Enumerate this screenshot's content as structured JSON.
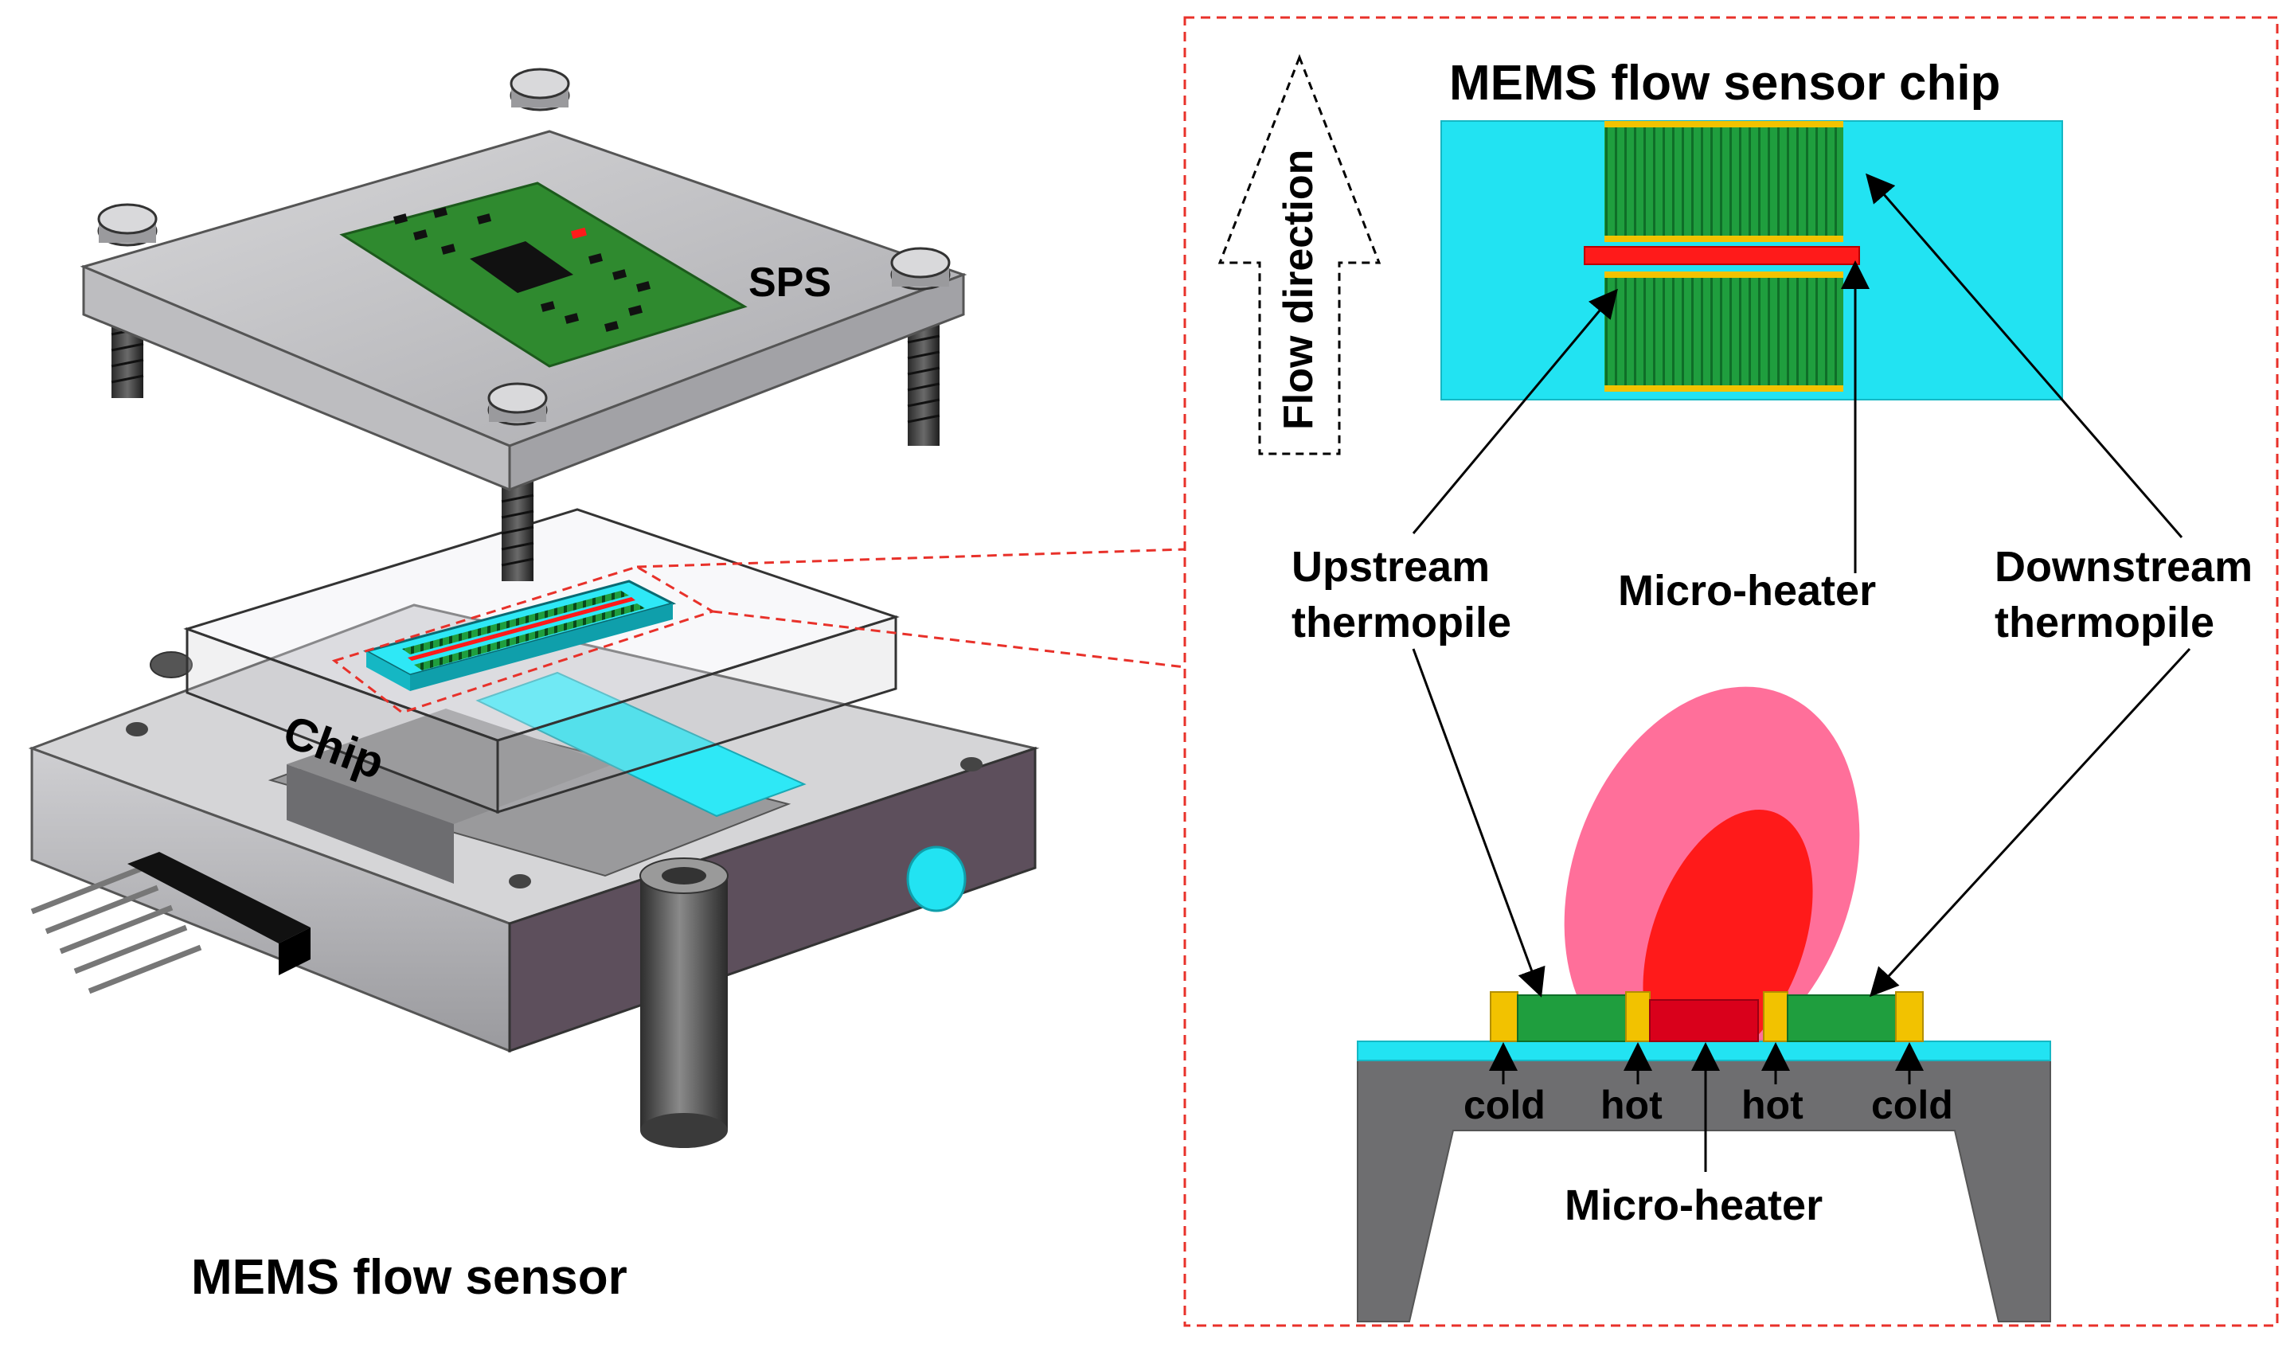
{
  "labels": {
    "sps": "SPS",
    "chip": "Chip",
    "assembly_caption": "MEMS flow sensor",
    "chip_title": "MEMS flow sensor chip",
    "flow_direction": "Flow direction",
    "upstream_line1": "Upstream",
    "upstream_line2": "thermopile",
    "microheater_top": "Micro-heater",
    "downstream_line1": "Downstream",
    "downstream_line2": "thermopile",
    "cold_left": "cold",
    "hot_left": "hot",
    "hot_right": "hot",
    "cold_right": "cold",
    "microheater_bottom": "Micro-heater"
  },
  "colors": {
    "substrate_cyan": "#22e3f2",
    "thermopile_green": "#1f9e3e",
    "heater_red": "#ff1a1a",
    "contact_yellow": "#f2c200",
    "hot_zone_pink": "#ff6f9a",
    "body_gray": "#6e6e70",
    "dashed_red": "#e8312a",
    "pcb_green": "#2f8a2f"
  }
}
